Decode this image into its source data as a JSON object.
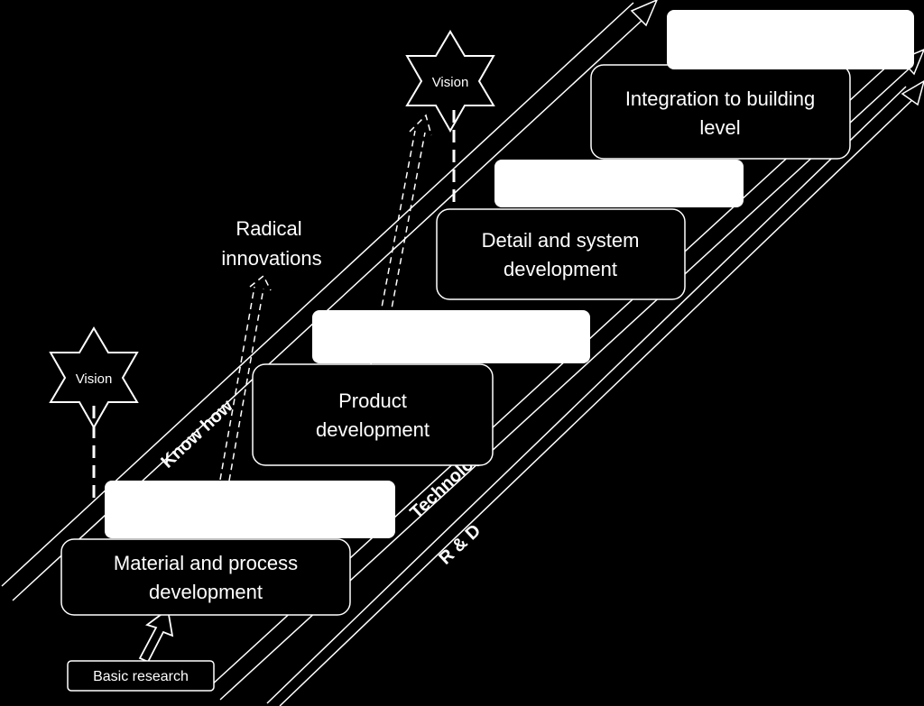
{
  "stages": [
    {
      "line1": "Material and process",
      "line2": "development"
    },
    {
      "line1": "Product",
      "line2": "development"
    },
    {
      "line1": "Detail and system",
      "line2": "development"
    },
    {
      "line1": "Integration to building",
      "line2": "level"
    }
  ],
  "bands": {
    "know_how": "Know how",
    "technology": "Technology",
    "rd": "R & D"
  },
  "vision": "Vision",
  "radical_innovations": {
    "line1": "Radical",
    "line2": "innovations"
  },
  "basic_research": "Basic research"
}
